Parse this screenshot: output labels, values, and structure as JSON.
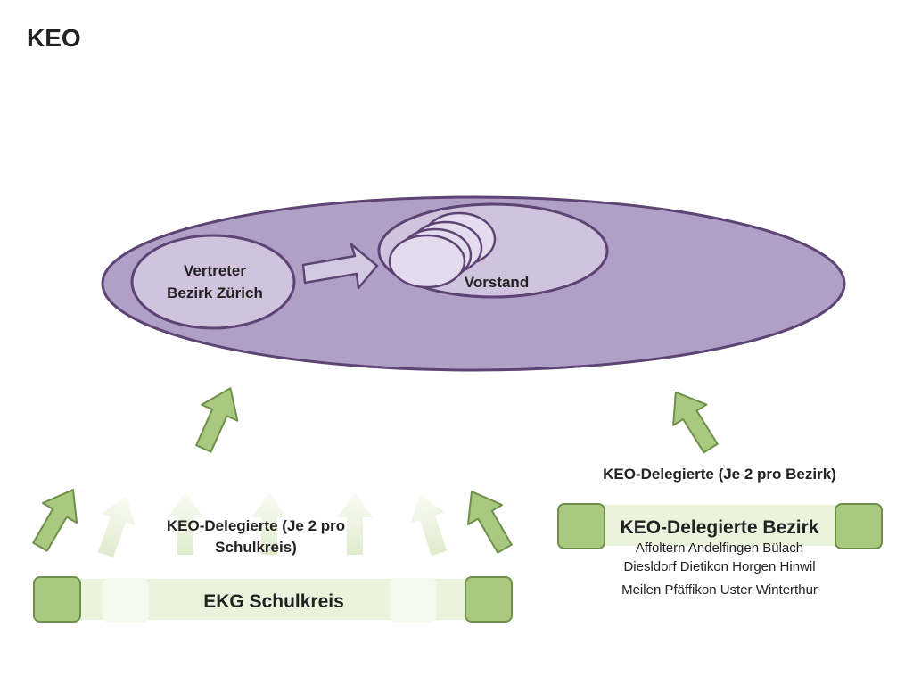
{
  "title": "KEO",
  "main_ellipse": {
    "representative": [
      "Vertreter",
      "Bezirk Zürich"
    ],
    "board": "Vorstand"
  },
  "district": {
    "heading": "KEO-Delegierte (Je 2 pro Bezirk)",
    "bar_title": "KEO-Delegierte Bezirk",
    "districts_line1": "Affoltern Andelfingen Bülach",
    "districts_line2": "Diesldorf  Dietikon  Horgen Hinwil",
    "districts_line3": "Meilen Pfäffikon Uster Winterthur"
  },
  "school": {
    "heading_line1": "KEO-Delegierte (Je 2 pro",
    "heading_line2": "Schulkreis)",
    "bar_title": "EKG Schulkreis"
  },
  "colors": {
    "ellipse_fill": "#b09fc6",
    "ellipse_stroke": "#5e4474",
    "inner_fill": "#cfc3de",
    "board_small_fill": "#e4dcee",
    "green_fill": "#a8c97f",
    "green_stroke": "#6f8f4a",
    "green_faded": "#ebf3dd"
  }
}
